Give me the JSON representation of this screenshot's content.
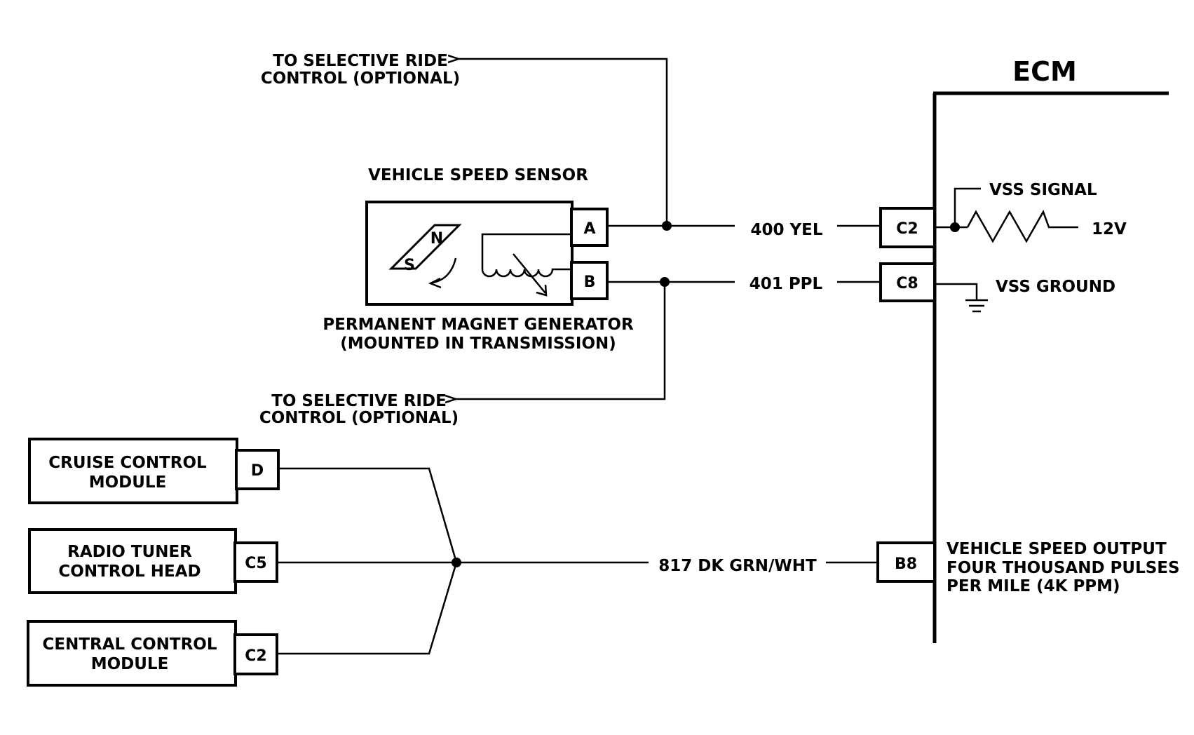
{
  "ecm": {
    "title": "ECM"
  },
  "optional_outputs": {
    "upper": {
      "line1": "TO SELECTIVE RIDE",
      "line2": "CONTROL (OPTIONAL)"
    },
    "lower": {
      "line1": "TO SELECTIVE RIDE",
      "line2": "CONTROL (OPTIONAL)"
    }
  },
  "vss": {
    "title": "VEHICLE SPEED SENSOR",
    "pin_a": "A",
    "pin_b": "B",
    "magnet_n": "N",
    "magnet_s": "S",
    "caption_line1": "PERMANENT MAGNET GENERATOR",
    "caption_line2": "(MOUNTED IN TRANSMISSION)"
  },
  "wires": {
    "yel": "400 YEL",
    "ppl": "401 PPL",
    "grn": "817 DK GRN/WHT"
  },
  "ecm_pins": {
    "c2": "C2",
    "c8": "C8",
    "b8": "B8"
  },
  "ecm_labels": {
    "vss_signal": "VSS SIGNAL",
    "volt": "12V",
    "vss_ground": "VSS GROUND",
    "output_line1": "VEHICLE SPEED OUTPUT",
    "output_line2": "FOUR THOUSAND PULSES",
    "output_line3": "PER MILE (4K PPM)"
  },
  "modules": {
    "cruise": {
      "line1": "CRUISE CONTROL",
      "line2": "MODULE",
      "pin": "D"
    },
    "radio": {
      "line1": "RADIO TUNER",
      "line2": "CONTROL HEAD",
      "pin": "C5"
    },
    "central": {
      "line1": "CENTRAL CONTROL",
      "line2": "MODULE",
      "pin": "C2"
    }
  }
}
